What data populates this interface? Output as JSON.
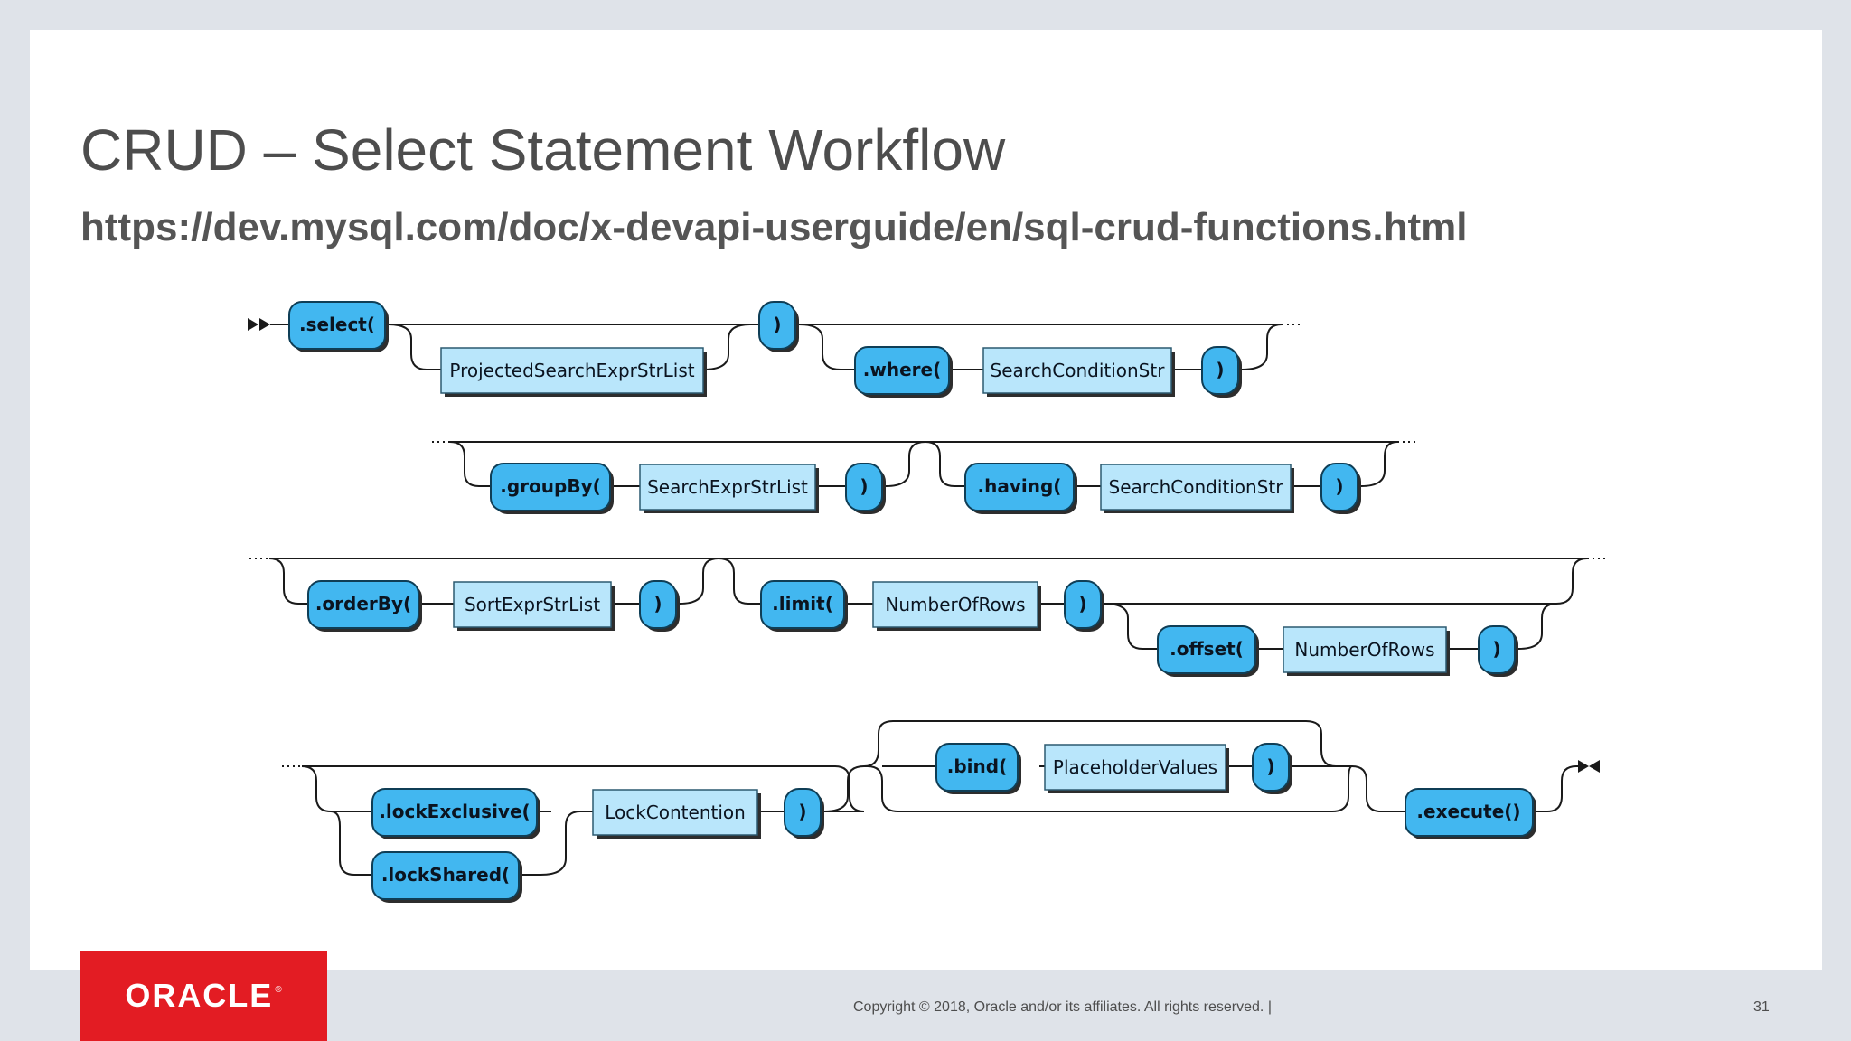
{
  "slide": {
    "title": "CRUD – Select Statement Workflow",
    "subtitle": "https://dev.mysql.com/doc/x-devapi-userguide/en/sql-crud-functions.html"
  },
  "diagram": {
    "keywords": {
      "select": ".select(",
      "close1": ")",
      "where": ".where(",
      "close2": ")",
      "groupBy": ".groupBy(",
      "close3": ")",
      "having": ".having(",
      "close4": ")",
      "orderBy": ".orderBy(",
      "close5": ")",
      "limit": ".limit(",
      "close6": ")",
      "offset": ".offset(",
      "close7": ")",
      "bind": ".bind(",
      "close8": ")",
      "lockExclusive": ".lockExclusive(",
      "lockShared": ".lockShared(",
      "close9": ")",
      "execute": ".execute()"
    },
    "nonterminals": {
      "projected": "ProjectedSearchExprStrList",
      "searchCond1": "SearchConditionStr",
      "searchExpr": "SearchExprStrList",
      "searchCond2": "SearchConditionStr",
      "sortExpr": "SortExprStrList",
      "numRows1": "NumberOfRows",
      "numRows2": "NumberOfRows",
      "placeholder": "PlaceholderValues",
      "lockContention": "LockContention"
    },
    "colors": {
      "keyword": "#42b7f0",
      "nonterminal": "#b9e6fb",
      "line": "#1a1a1a"
    }
  },
  "footer": {
    "logo": "ORACLE",
    "logo_mark": "®",
    "copyright": "Copyright © 2018, Oracle and/or its affiliates. All rights reserved.  |",
    "page": "31"
  }
}
